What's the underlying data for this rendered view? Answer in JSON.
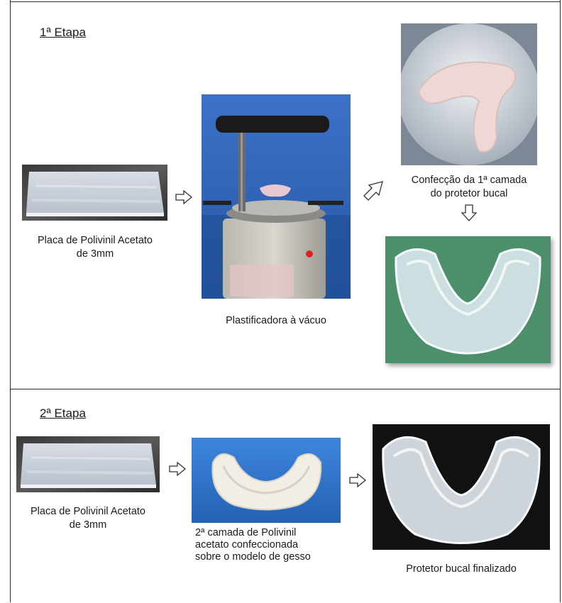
{
  "stage1": {
    "title": "1ª Etapa",
    "sheet_caption": [
      "Placa de Polivinil Acetato",
      "de 3mm"
    ],
    "machine_caption": "Plastificadora à vácuo",
    "first_layer_caption": [
      "Confecção da 1ª camada",
      "do protetor bucal"
    ]
  },
  "stage2": {
    "title": "2ª Etapa",
    "sheet_caption": [
      "Placa de Polivinil Acetato",
      "de 3mm"
    ],
    "second_layer_caption": [
      "2ª camada de Polivinil",
      "acetato confeccionada",
      "sobre o modelo de gesso"
    ],
    "final_caption": "Protetor bucal finalizado"
  },
  "icons": [
    "arrow-right-icon",
    "arrow-diagonal-up-right-icon",
    "arrow-down-icon"
  ],
  "colors": {
    "border": "#2b2b2b",
    "photo_blue_bg": "#2f6fc6",
    "photo_green_bg": "#4e8f6b",
    "photo_black_bg": "#111111"
  }
}
